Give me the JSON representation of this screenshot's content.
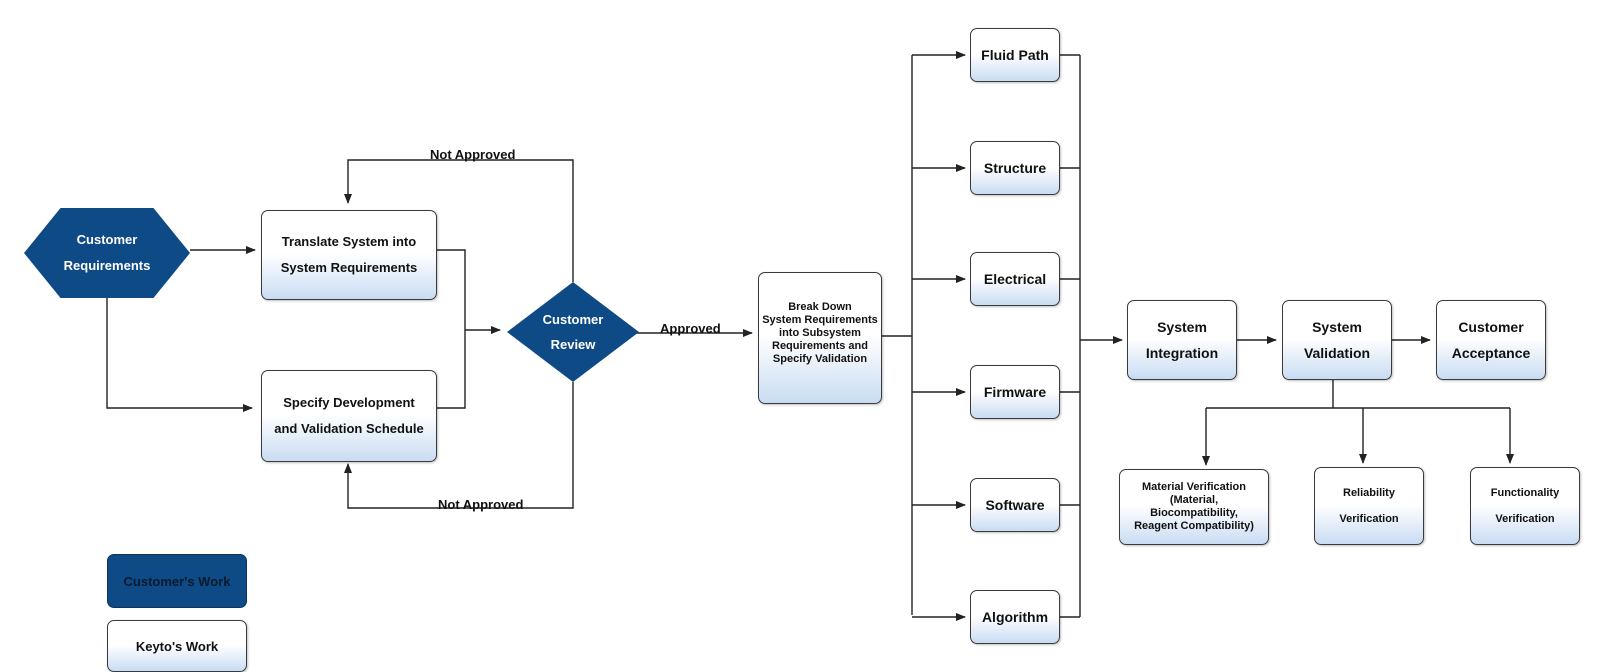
{
  "customer_requirements": "Customer\nRequirements",
  "translate": "Translate System into\nSystem Requirements",
  "specify": "Specify Development\nand Validation Schedule",
  "customer_review": "Customer\nReview",
  "not_approved_top": "Not Approved",
  "not_approved_bottom": "Not Approved",
  "approved": "Approved",
  "break_down": "Break Down\nSystem Requirements\ninto Subsystem\nRequirements and\nSpecify Validation",
  "subsystems": {
    "fluid_path": "Fluid Path",
    "structure": "Structure",
    "electrical": "Electrical",
    "firmware": "Firmware",
    "software": "Software",
    "algorithm": "Algorithm"
  },
  "system_integration": "System\nIntegration",
  "system_validation": "System\nValidation",
  "customer_acceptance": "Customer\nAcceptance",
  "verifications": {
    "material": "Material Verification\n(Material,\nBiocompatibility,\nReagent Compatibility)",
    "reliability": "Reliability\nVerification",
    "functionality": "Functionality\nVerification"
  },
  "legend": {
    "customer_work": "Customer's Work",
    "keyto_work": "Keyto's Work"
  },
  "colors": {
    "customer_fill": "#0e4a86",
    "box_gradient_bottom": "#c9dcf3",
    "line": "#222222"
  }
}
